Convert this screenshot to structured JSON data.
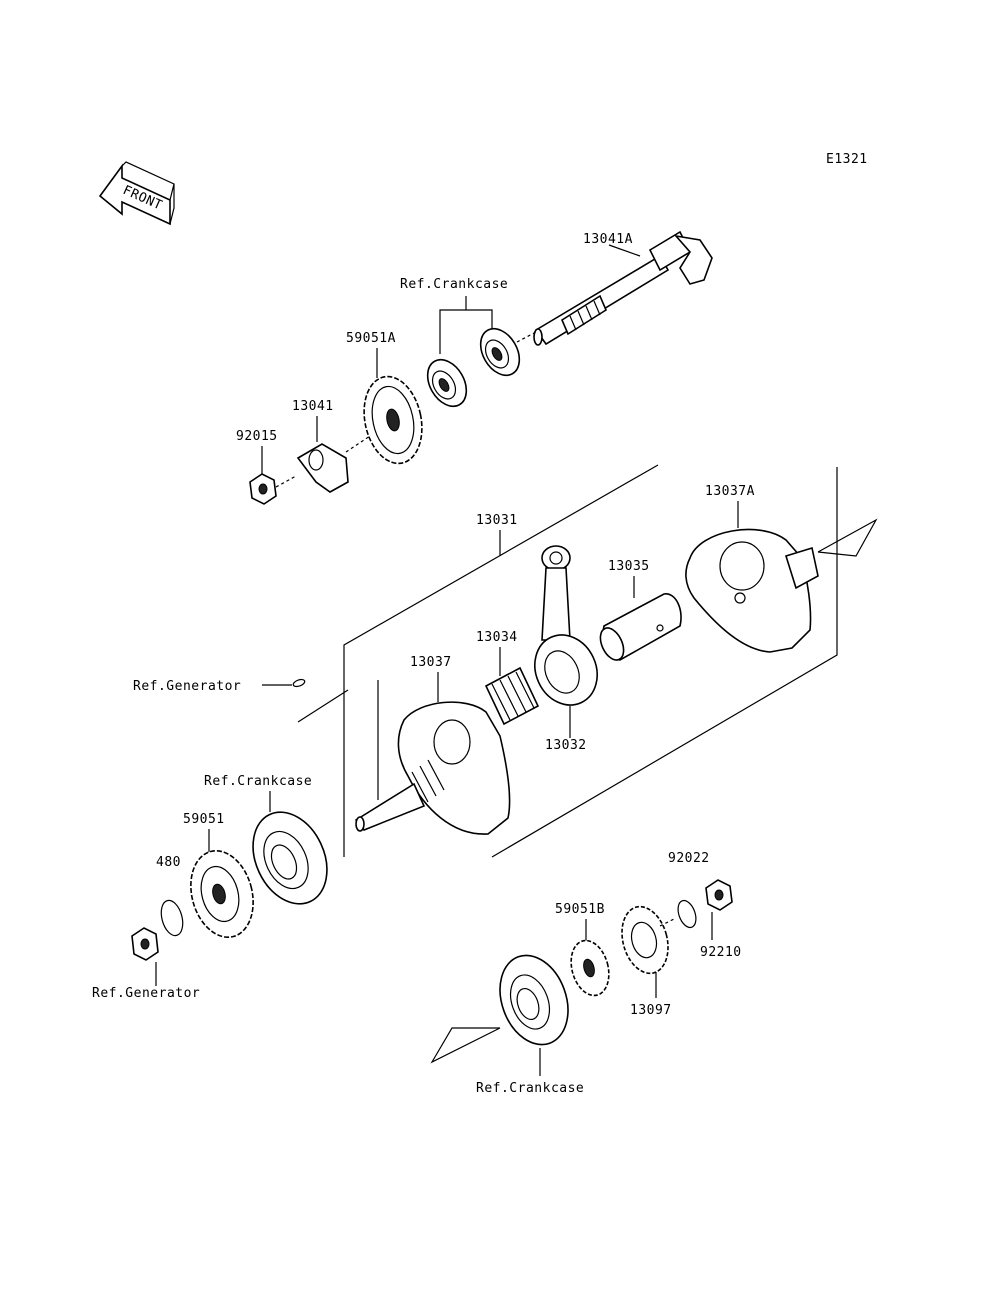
{
  "diagram_code": "E1321",
  "front_label": "FRONT",
  "labels": {
    "p13041A": "13041A",
    "ref_crankcase_top": "Ref.Crankcase",
    "p59051A": "59051A",
    "p13041": "13041",
    "p92015": "92015",
    "p13037A": "13037A",
    "p13031": "13031",
    "p13035": "13035",
    "p13034": "13034",
    "ref_generator_mid": "Ref.Generator",
    "p13037": "13037",
    "p13032": "13032",
    "ref_crankcase_mid": "Ref.Crankcase",
    "p59051": "59051",
    "p480": "480",
    "ref_generator_bottom": "Ref.Generator",
    "p92022": "92022",
    "p59051B": "59051B",
    "p92210": "92210",
    "p13097": "13097",
    "ref_crankcase_bottom": "Ref.Crankcase"
  }
}
